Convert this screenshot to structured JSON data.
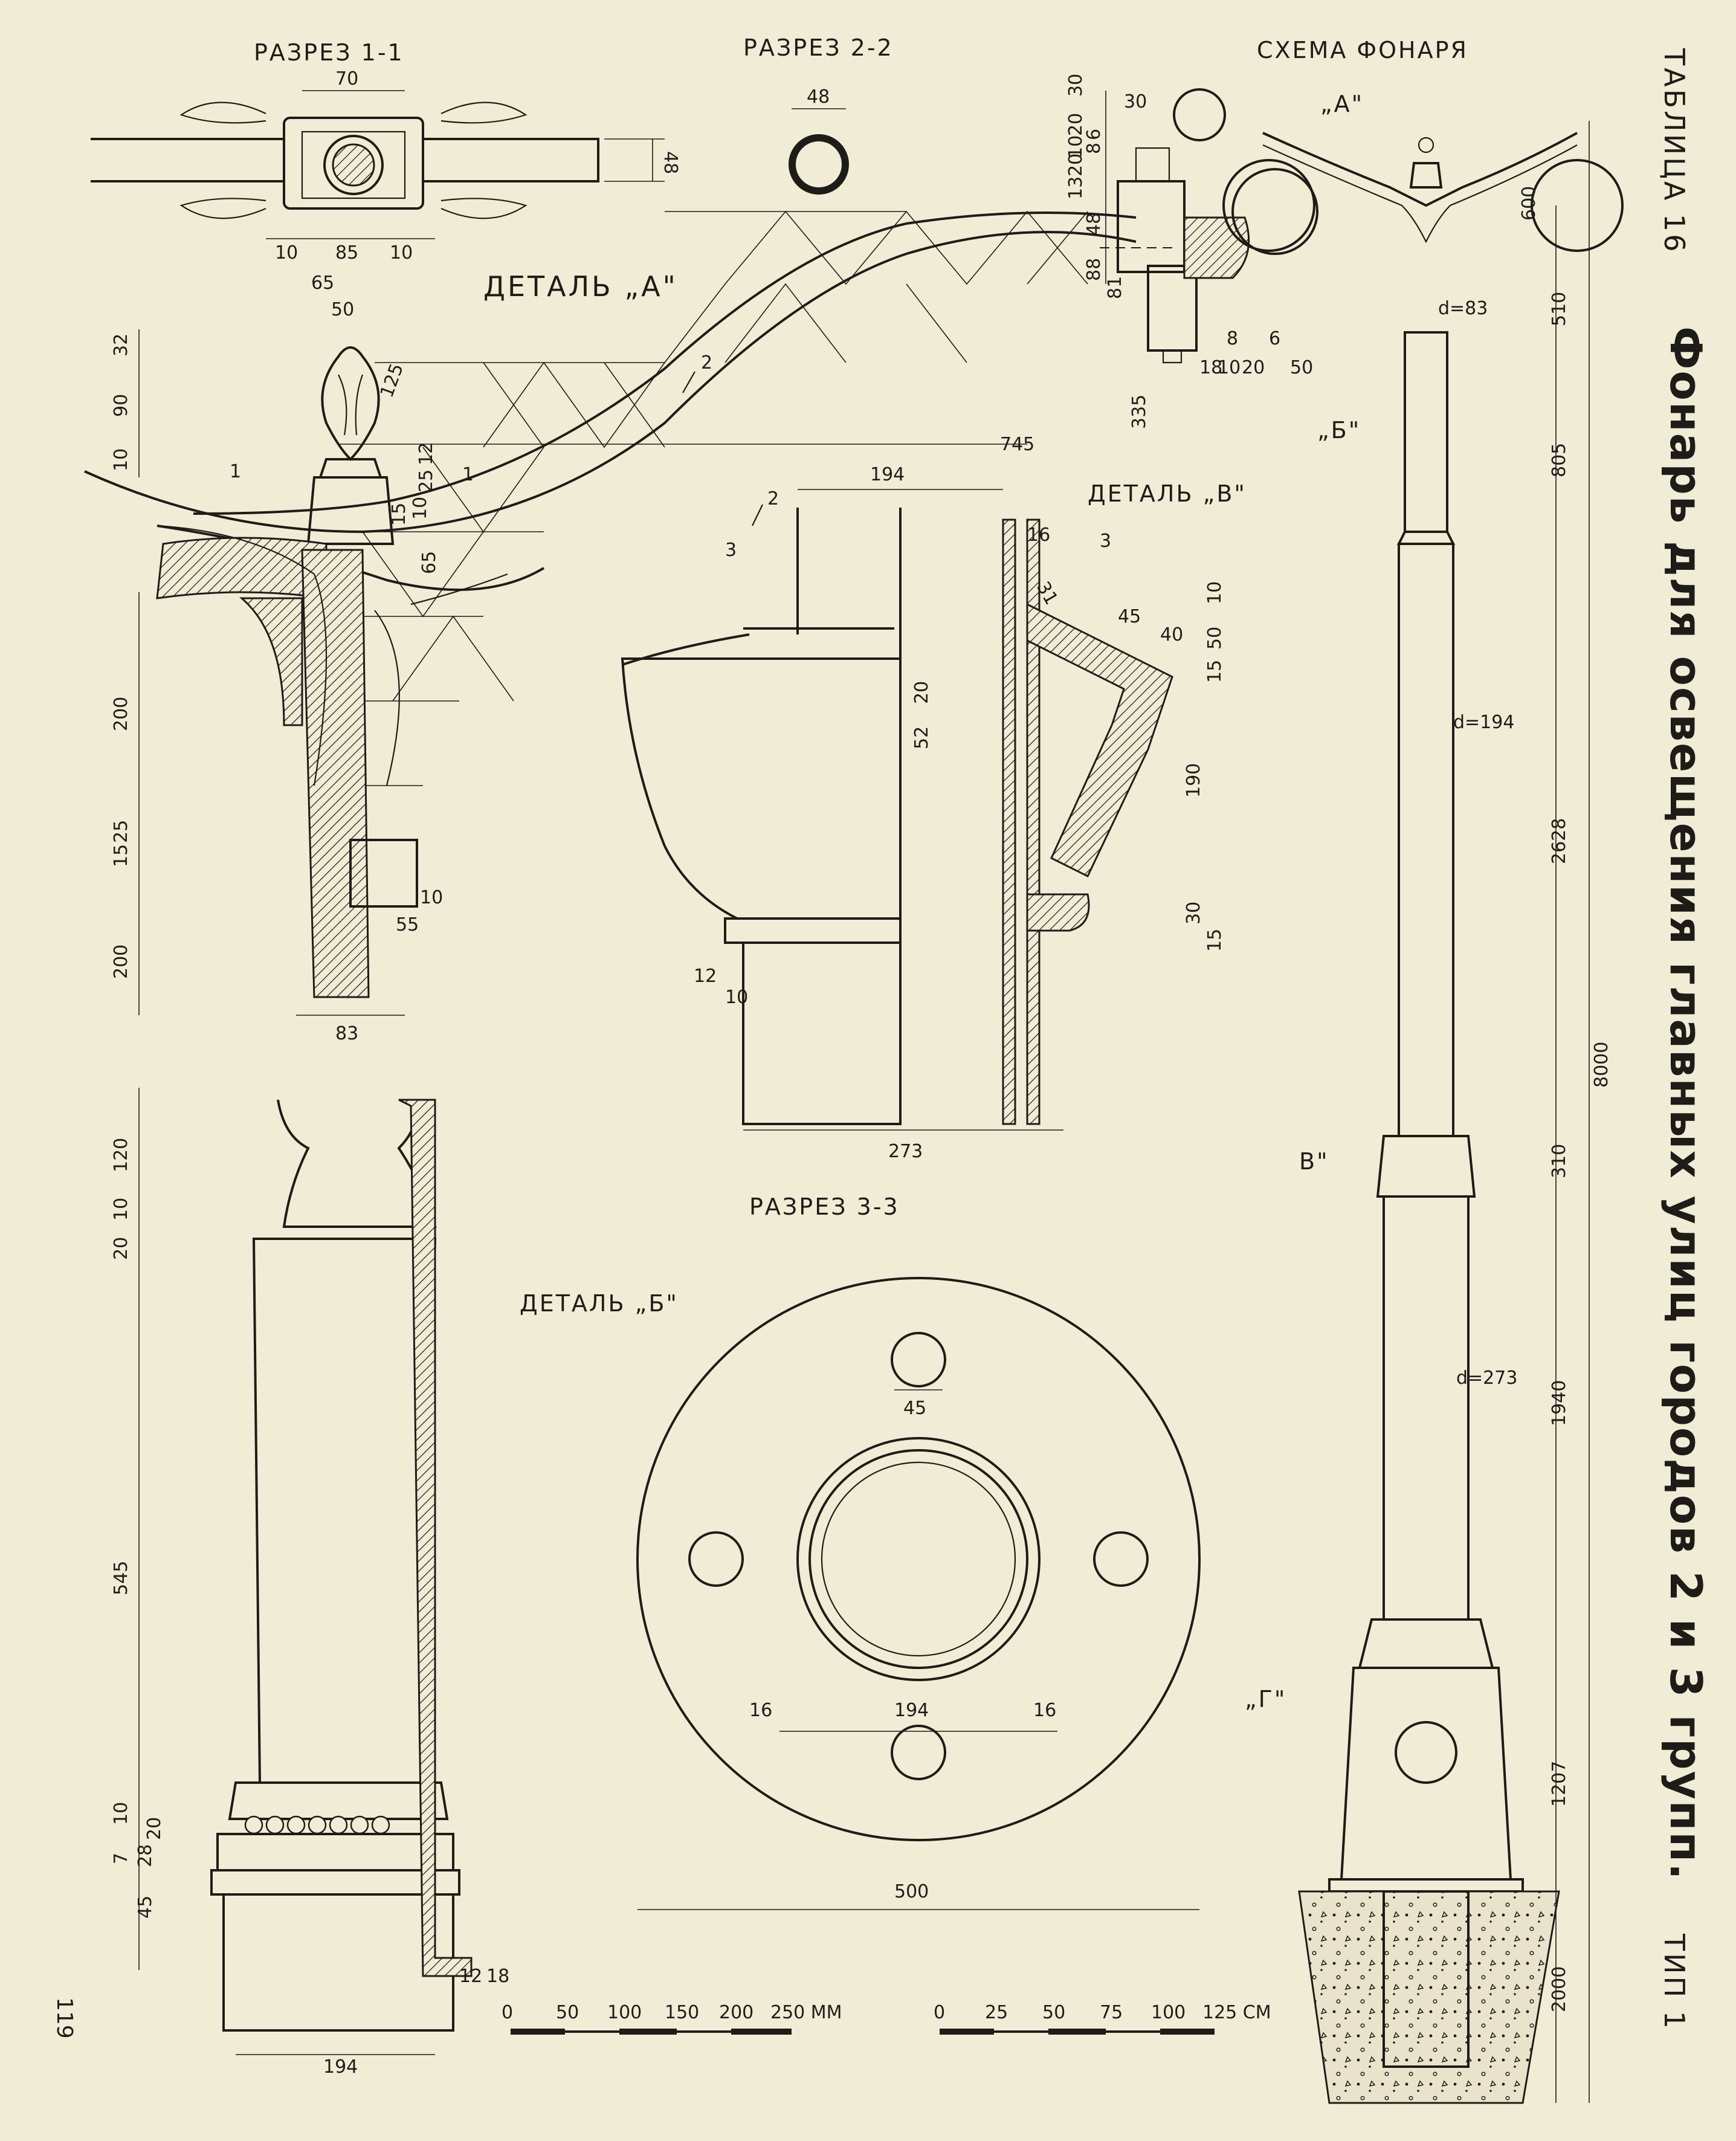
{
  "page": {
    "table_label": "ТАБЛИЦА 16",
    "title": "Фонарь для освещения главных улиц городов 2 и 3 групп.",
    "type_label": "ТИП 1",
    "page_number": "119"
  },
  "sections": {
    "section_1_1": "РАЗРЕЗ 1-1",
    "section_2_2": "РАЗРЕЗ 2-2",
    "section_3_3": "РАЗРЕЗ 3-3",
    "lamp_scheme": "СХЕМА ФОНАРЯ",
    "detail_a": "ДЕТАЛЬ „А\"",
    "detail_v": "ДЕТАЛЬ „В\"",
    "detail_b": "ДЕТАЛЬ „Б\""
  },
  "markers": {
    "a": "„А\"",
    "b": "„Б\"",
    "v": "В\"",
    "g": "„Г\""
  },
  "cut_marks": {
    "one": "1",
    "two": "2",
    "three": "3"
  },
  "dimensions": {
    "s11_top": "70",
    "s11_h": "48",
    "s11_a": "10",
    "s11_b": "85",
    "s11_c": "10",
    "s22_d": "48",
    "da_65": "65",
    "da_50": "50",
    "da_32": "32",
    "da_90": "90",
    "da_10": "10",
    "da_125": "125",
    "da_12": "12",
    "da_25": "25",
    "da_15": "15",
    "da_10b": "10",
    "da_65b": "65",
    "arm_30": "30",
    "arm_20": "20",
    "arm_10": "10",
    "arm_20b": "20",
    "arm_8": "8",
    "arm_6": "6",
    "arm_13": "13",
    "arm_48": "48",
    "arm_88": "88",
    "arm_81": "81",
    "arm_18": "18",
    "arm_10c": "10",
    "arm_20c": "20",
    "arm_50": "50",
    "arm_8b": "8",
    "arm_6b": "6",
    "arm_335": "335",
    "arm_745": "745",
    "arm_194": "194",
    "lamp_600": "600",
    "lamp_d83": "d=83",
    "lamp_510": "510",
    "lamp_805": "805",
    "lamp_d194": "d=194",
    "lamp_2628": "2628",
    "lamp_8000": "8000",
    "lamp_310": "310",
    "lamp_d273": "d=273",
    "lamp_1940": "1940",
    "lamp_1207": "1207",
    "lamp_2000": "2000",
    "v_16": "16",
    "v_31": "31",
    "v_45": "45",
    "v_40": "40",
    "v_10": "10",
    "v_50": "50",
    "v_15": "15",
    "v_190": "190",
    "v_30": "30",
    "v_15b": "15",
    "v_20": "20",
    "v_52": "52",
    "v_12": "12",
    "v_10b": "10",
    "v_273": "273",
    "b_200": "200",
    "b_25": "25",
    "b_15": "15",
    "b_200b": "200",
    "b_10": "10",
    "b_55": "55",
    "b_83": "83",
    "bb_120": "120",
    "bb_10": "10",
    "bb_20": "20",
    "bb_545": "545",
    "bb_20b": "20",
    "bb_10b": "10",
    "bb_7": "7",
    "bb_28": "28",
    "bb_45": "45",
    "bb_12": "12",
    "bb_18": "18",
    "bb_194": "194",
    "s33_45": "45",
    "s33_16": "16",
    "s33_194": "194",
    "s33_16b": "16",
    "s33_500": "500"
  },
  "scales": {
    "mm": [
      "0",
      "50",
      "100",
      "150",
      "200",
      "250 ММ"
    ],
    "cm": [
      "0",
      "25",
      "50",
      "75",
      "100",
      "125 СМ"
    ]
  }
}
